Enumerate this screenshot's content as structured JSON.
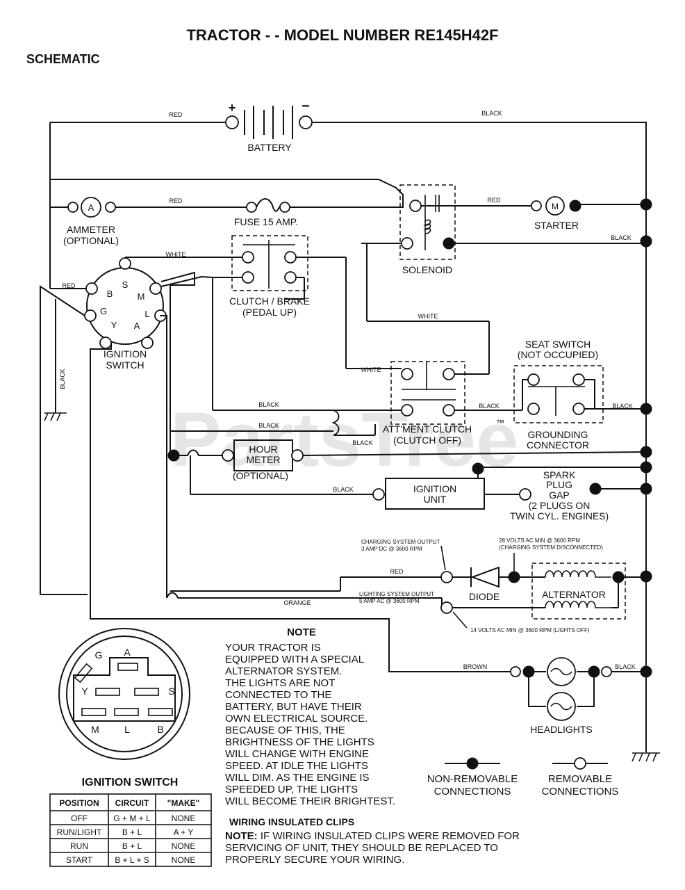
{
  "title": "TRACTOR - - MODEL NUMBER RE145H42F",
  "subtitle": "SCHEMATIC",
  "watermark": "PartsTree",
  "trademark": "™",
  "components": {
    "battery": "BATTERY",
    "battery_plus": "+",
    "battery_minus": "−",
    "ammeter_symbol": "A",
    "ammeter_l1": "AMMETER",
    "ammeter_l2": "(OPTIONAL)",
    "fuse": "FUSE 15 AMP.",
    "starter_symbol": "M",
    "starter": "STARTER",
    "solenoid": "SOLENOID",
    "clutch_brake_l1": "CLUTCH / BRAKE",
    "clutch_brake_l2": "(PEDAL UP)",
    "ignition_switch_l1": "IGNITION",
    "ignition_switch_l2": "SWITCH",
    "seat_switch_l1": "SEAT SWITCH",
    "seat_switch_l2": "(NOT OCCUPIED)",
    "grounding_l1": "GROUNDING",
    "grounding_l2": "CONNECTOR",
    "attment_l1": "ATT'MENT CLUTCH",
    "attment_l2": "(CLUTCH OFF)",
    "hour_meter_l1": "HOUR",
    "hour_meter_l2": "METER",
    "hour_meter_l3": "(OPTIONAL)",
    "ignition_unit_l1": "IGNITION",
    "ignition_unit_l2": "UNIT",
    "spark_l1": "SPARK",
    "spark_l2": "PLUG",
    "spark_l3": "GAP",
    "spark_l4": "(2 PLUGS ON",
    "spark_l5": "TWIN CYL. ENGINES)",
    "charging_l1": "CHARGING SYSTEM OUTPUT",
    "charging_l2": "3 AMP DC @ 3600 RPM",
    "volts28_l1": "28 VOLTS AC MIN @ 3600 RPM",
    "volts28_l2": "(CHARGING SYSTEM DISCONNECTED)",
    "diode": "DIODE",
    "alternator": "ALTERNATOR",
    "lighting_l1": "LIGHTING SYSTEM OUTPUT",
    "lighting_l2": "5 AMP AC @ 3600 RPM",
    "volts14": "14 VOLTS AC MIN @ 3600 RPM (LIGHTS OFF)",
    "headlights": "HEADLIGHTS"
  },
  "switch_terminals": {
    "S": "S",
    "B": "B",
    "M": "M",
    "G": "G",
    "L": "L",
    "Y": "Y",
    "A": "A"
  },
  "wires": {
    "red": "RED",
    "black": "BLACK",
    "white": "WHITE",
    "orange": "ORANGE",
    "brown": "BROWN"
  },
  "note": {
    "heading": "NOTE",
    "lines": [
      "YOUR TRACTOR IS",
      "EQUIPPED WITH A SPECIAL",
      "ALTERNATOR SYSTEM.",
      "THE LIGHTS ARE NOT",
      "CONNECTED TO THE",
      "BATTERY, BUT HAVE THEIR",
      "OWN ELECTRICAL SOURCE.",
      "BECAUSE OF THIS, THE",
      "BRIGHTNESS OF THE LIGHTS",
      "WILL CHANGE WITH ENGINE",
      "SPEED.  AT IDLE THE LIGHTS",
      "WILL DIM.  AS THE ENGINE IS",
      "SPEEDED UP, THE LIGHTS",
      "WILL BECOME THEIR BRIGHTEST."
    ]
  },
  "legend": {
    "nonremovable_l1": "NON-REMOVABLE",
    "nonremovable_l2": "CONNECTIONS",
    "removable_l1": "REMOVABLE",
    "removable_l2": "CONNECTIONS"
  },
  "switch_diagram_title": "IGNITION SWITCH",
  "switch_table": {
    "headers": [
      "POSITION",
      "CIRCUIT",
      "\"MAKE\""
    ],
    "rows": [
      [
        "OFF",
        "G + M + L",
        "NONE"
      ],
      [
        "RUN/LIGHT",
        "B + L",
        "A + Y"
      ],
      [
        "RUN",
        "B + L",
        "NONE"
      ],
      [
        "START",
        "B + L + S",
        "NONE"
      ]
    ]
  },
  "clips": {
    "heading": "WIRING INSULATED CLIPS",
    "note_label": "NOTE:",
    "line1": " IF WIRING INSULATED CLIPS WERE REMOVED FOR",
    "line2": "SERVICING OF UNIT, THEY SHOULD BE REPLACED TO",
    "line3": "PROPERLY SECURE YOUR WIRING."
  }
}
